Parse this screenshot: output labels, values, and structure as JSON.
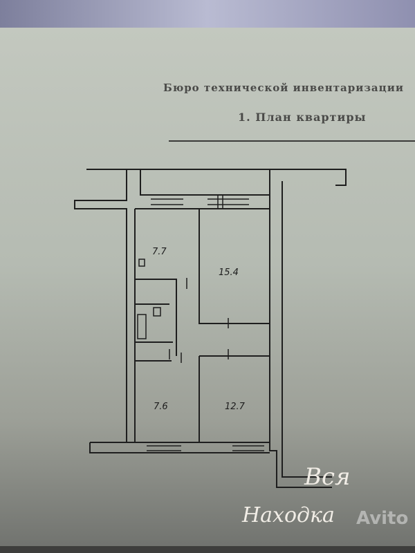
{
  "document": {
    "header": "Бюро технической инвентаризации",
    "section_title": "1. План квартиры"
  },
  "plan": {
    "rooms": [
      {
        "name": "room-kitchen",
        "area": "7.7"
      },
      {
        "name": "room-large",
        "area": "15.4"
      },
      {
        "name": "room-small",
        "area": "7.6"
      },
      {
        "name": "room-medium",
        "area": "12.7"
      }
    ]
  },
  "watermarks": {
    "brand_line1": "Вся",
    "brand_line2": "Находка",
    "avito": "Avito"
  }
}
